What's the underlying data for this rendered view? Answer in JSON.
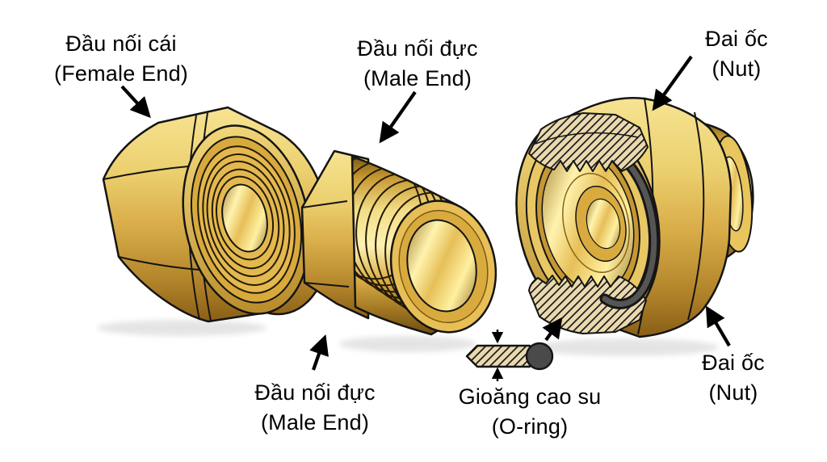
{
  "figure": {
    "labels": {
      "female_end_top": {
        "vi": "Đầu nối cái",
        "en": "(Female End)"
      },
      "male_end_top": {
        "vi": "Đầu nối đực",
        "en": "(Male End)"
      },
      "nut_top": {
        "vi": "Đai ốc",
        "en": "(Nut)"
      },
      "male_end_bottom": {
        "vi": "Đầu nối đực",
        "en": "(Male End)"
      },
      "oring_bottom": {
        "vi": "Gioăng cao su",
        "en": "(O-ring)"
      },
      "nut_bottom": {
        "vi": "Đai ốc",
        "en": "(Nut)"
      }
    },
    "colors": {
      "background": "#ffffff",
      "outline": "#141414",
      "brass_light": "#f6e392",
      "brass_mid": "#ddb351",
      "brass_dark": "#8a5f16",
      "bore_highlight": "#fff3ae",
      "hatch_fill": "#ead9ae",
      "oring_dark": "#454545",
      "text": "#000000"
    }
  }
}
